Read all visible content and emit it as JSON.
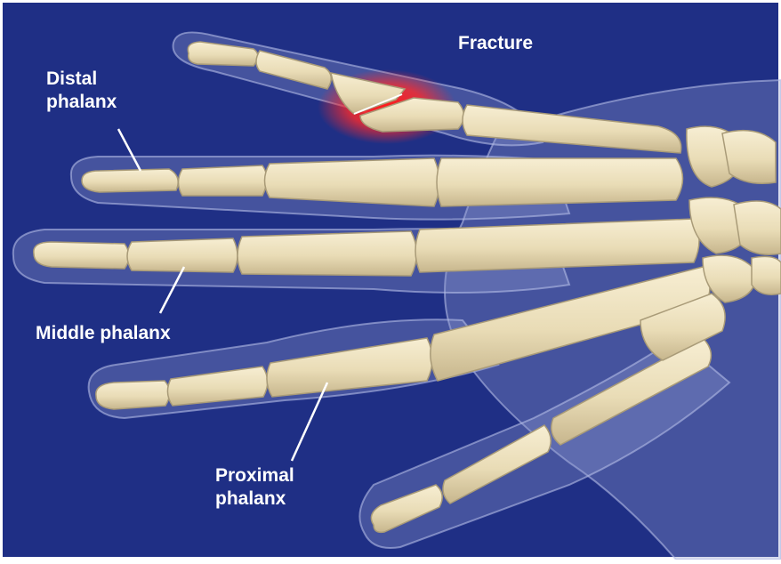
{
  "labels": {
    "fracture": "Fracture",
    "distal_line1": "Distal",
    "distal_line2": "phalanx",
    "middle": "Middle phalanx",
    "proximal_line1": "Proximal",
    "proximal_line2": "phalanx"
  },
  "colors": {
    "background": "#1f2f85",
    "bone": "#ece0bd",
    "bone_edge": "#a99b78",
    "soft_tissue": "#8893c9",
    "fracture": "#ff2a2a",
    "label": "#ffffff"
  }
}
